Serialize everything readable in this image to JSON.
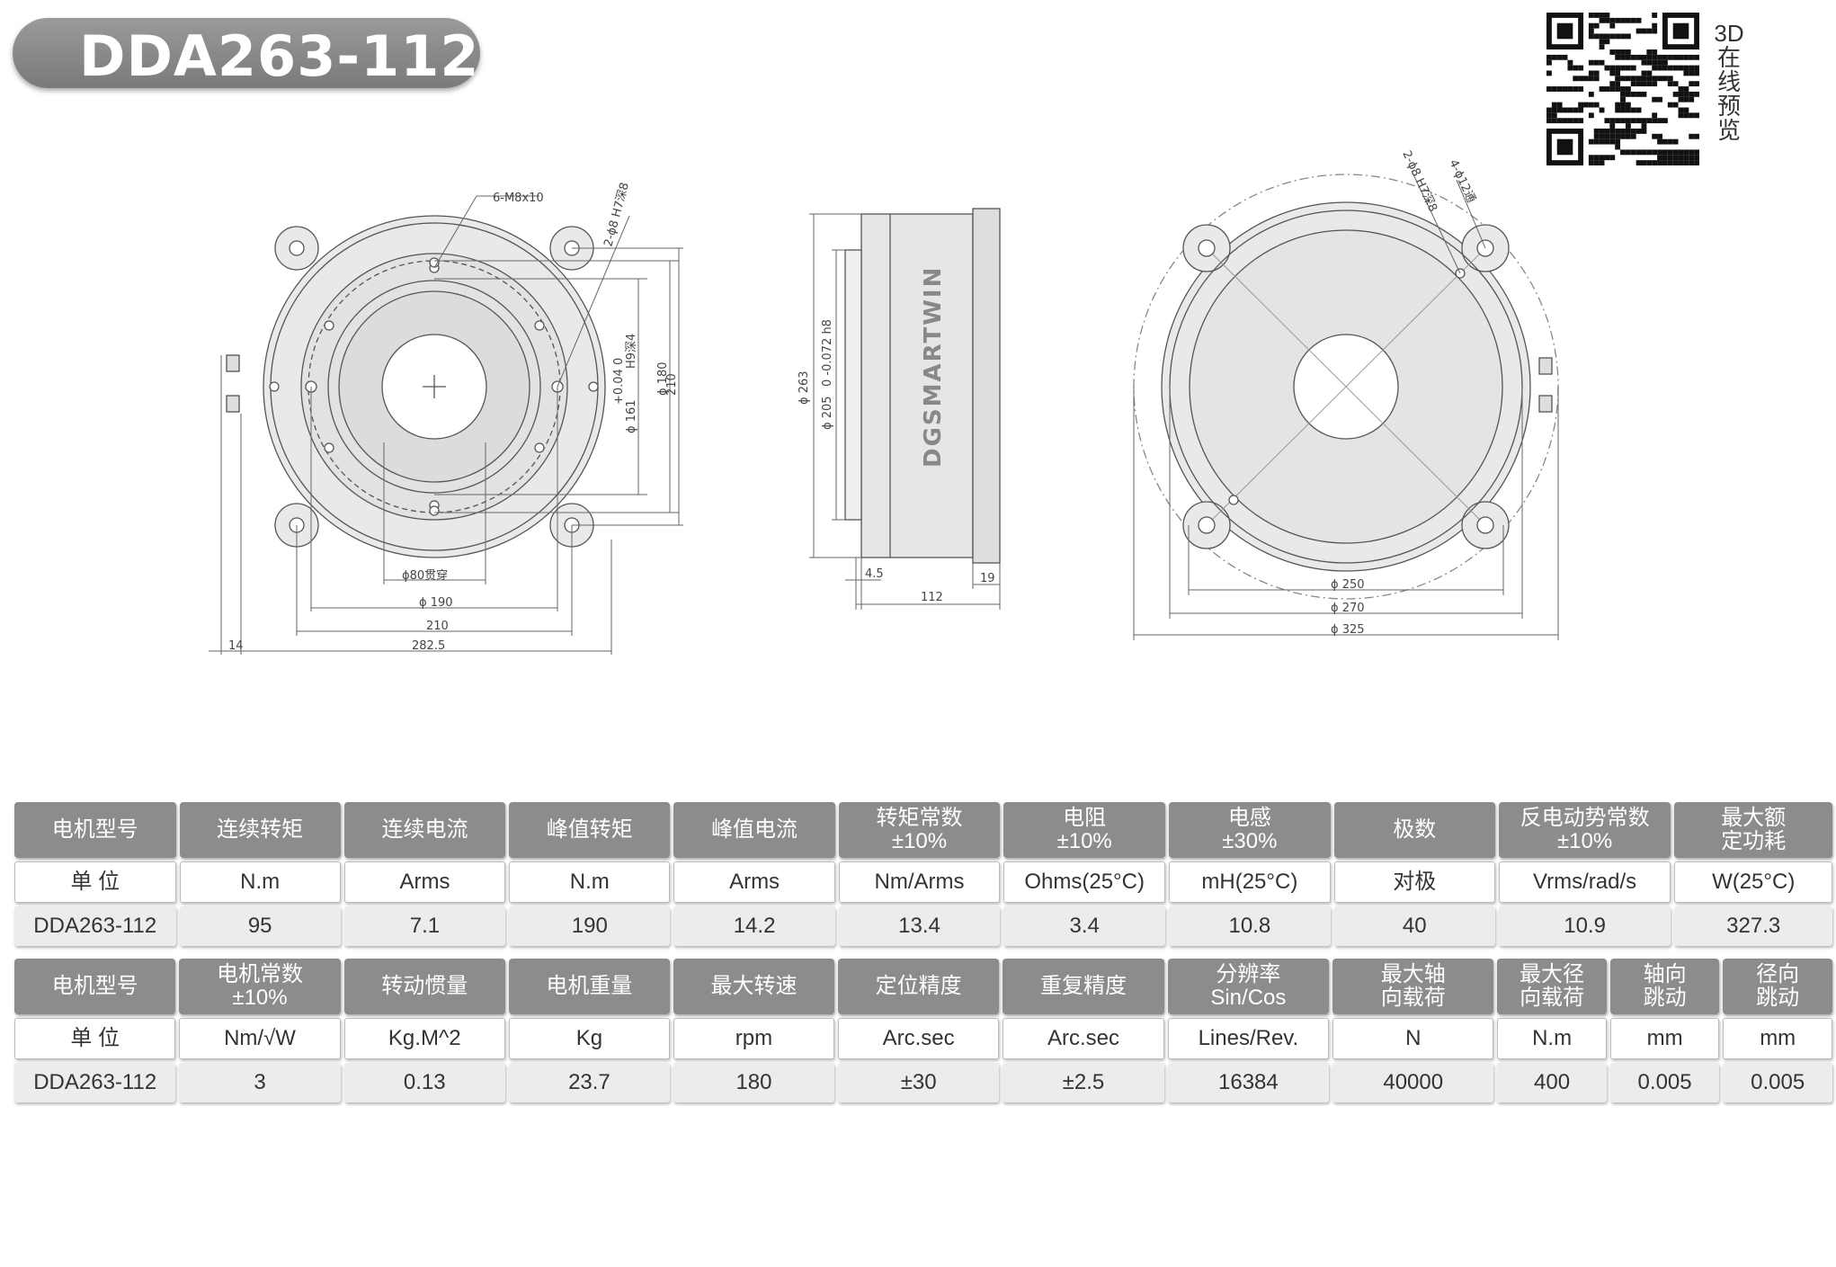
{
  "title": "DDA263-112",
  "qr_caption": "3D在线预览",
  "drawing": {
    "front": {
      "tap_label": "6-M8x10",
      "pin_label": "2-ϕ8 H7深8",
      "bore_label": "ϕ80贯穿",
      "d190": "ϕ 190",
      "w210": "210",
      "w2825": "282.5",
      "w14": "14",
      "d161": "ϕ 161",
      "tol161": "+0.04 0",
      "h9": "H9深4",
      "d180": "ϕ 180",
      "v210": "210"
    },
    "side": {
      "brand": "DGSMARTWIN",
      "d263": "ϕ 263",
      "d205": "ϕ 205",
      "tol205": "0 -0.072 h8",
      "w45": "4.5",
      "w112": "112",
      "w19": "19"
    },
    "back": {
      "pin_label": "2-ϕ8 H7深8",
      "hole_label": "4-ϕ12通",
      "d250": "ϕ 250",
      "d270": "ϕ 270",
      "d325": "ϕ 325"
    }
  },
  "table1": {
    "headers": [
      "电机型号",
      "连续转矩",
      "连续电流",
      "峰值转矩",
      "峰值电流",
      "转矩常数\n±10%",
      "电阻\n±10%",
      "电感\n±30%",
      "极数",
      "反电动势常数\n±10%",
      "最大额\n定功耗"
    ],
    "units": [
      "单 位",
      "N.m",
      "Arms",
      "N.m",
      "Arms",
      "Nm/Arms",
      "Ohms(25°C)",
      "mH(25°C)",
      "对极",
      "Vrms/rad/s",
      "W(25°C)"
    ],
    "values": [
      "DDA263-112",
      "95",
      "7.1",
      "190",
      "14.2",
      "13.4",
      "3.4",
      "10.8",
      "40",
      "10.9",
      "327.3"
    ]
  },
  "table2": {
    "headers": [
      "电机型号",
      "电机常数\n±10%",
      "转动惯量",
      "电机重量",
      "最大转速",
      "定位精度",
      "重复精度",
      "分辨率\nSin/Cos",
      "最大轴\n向载荷",
      "最大径\n向载荷",
      "轴向\n跳动",
      "径向\n跳动"
    ],
    "units": [
      "单 位",
      "Nm/√W",
      "Kg.M^2",
      "Kg",
      "rpm",
      "Arc.sec",
      "Arc.sec",
      "Lines/Rev.",
      "N",
      "N.m",
      "mm",
      "mm"
    ],
    "values": [
      "DDA263-112",
      "3",
      "0.13",
      "23.7",
      "180",
      "±30",
      "±2.5",
      "16384",
      "40000",
      "400",
      "0.005",
      "0.005"
    ]
  }
}
